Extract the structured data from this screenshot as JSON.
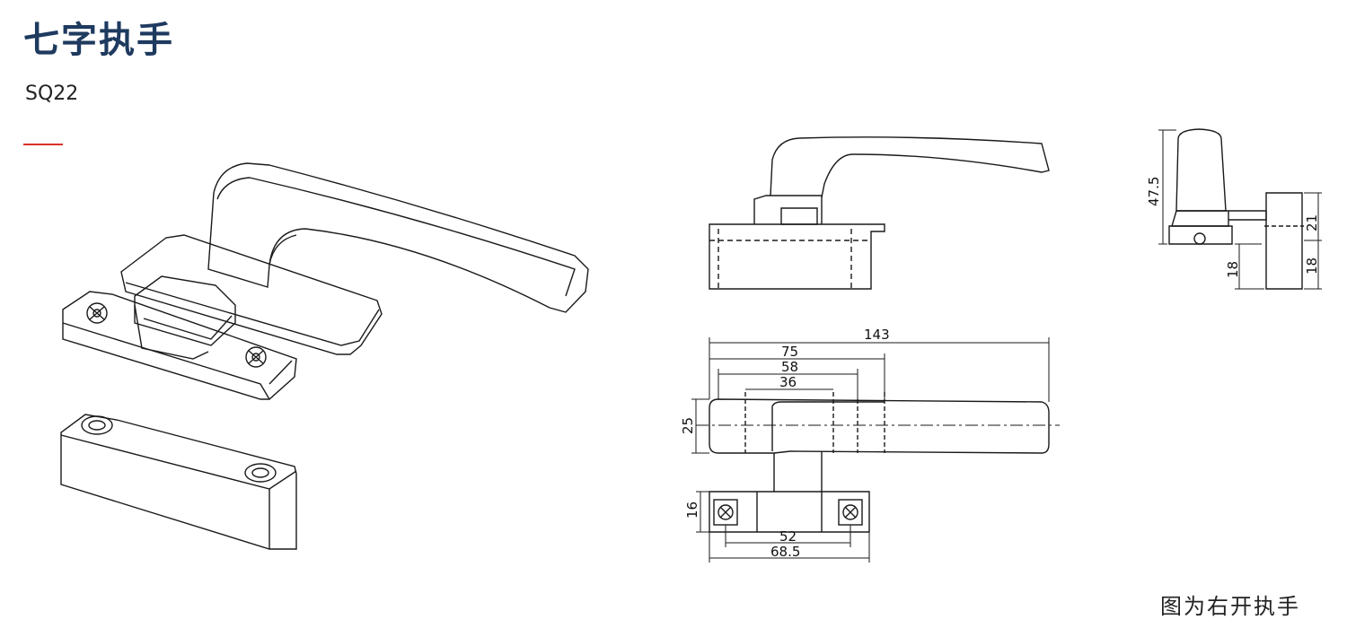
{
  "header": {
    "title": "七字执手",
    "model": "SQ22",
    "accent_color": "#d9322b",
    "title_color": "#1e3a5f"
  },
  "caption": "图为右开执手",
  "dimensions": {
    "overall_length": "143",
    "d75": "75",
    "d58": "58",
    "d36": "36",
    "grip_width": "25",
    "base_height": "16",
    "hole_spacing": "52",
    "base_length": "68.5",
    "side_height": "47.5",
    "side_21": "21",
    "side_18_left": "18",
    "side_18_right": "18"
  }
}
